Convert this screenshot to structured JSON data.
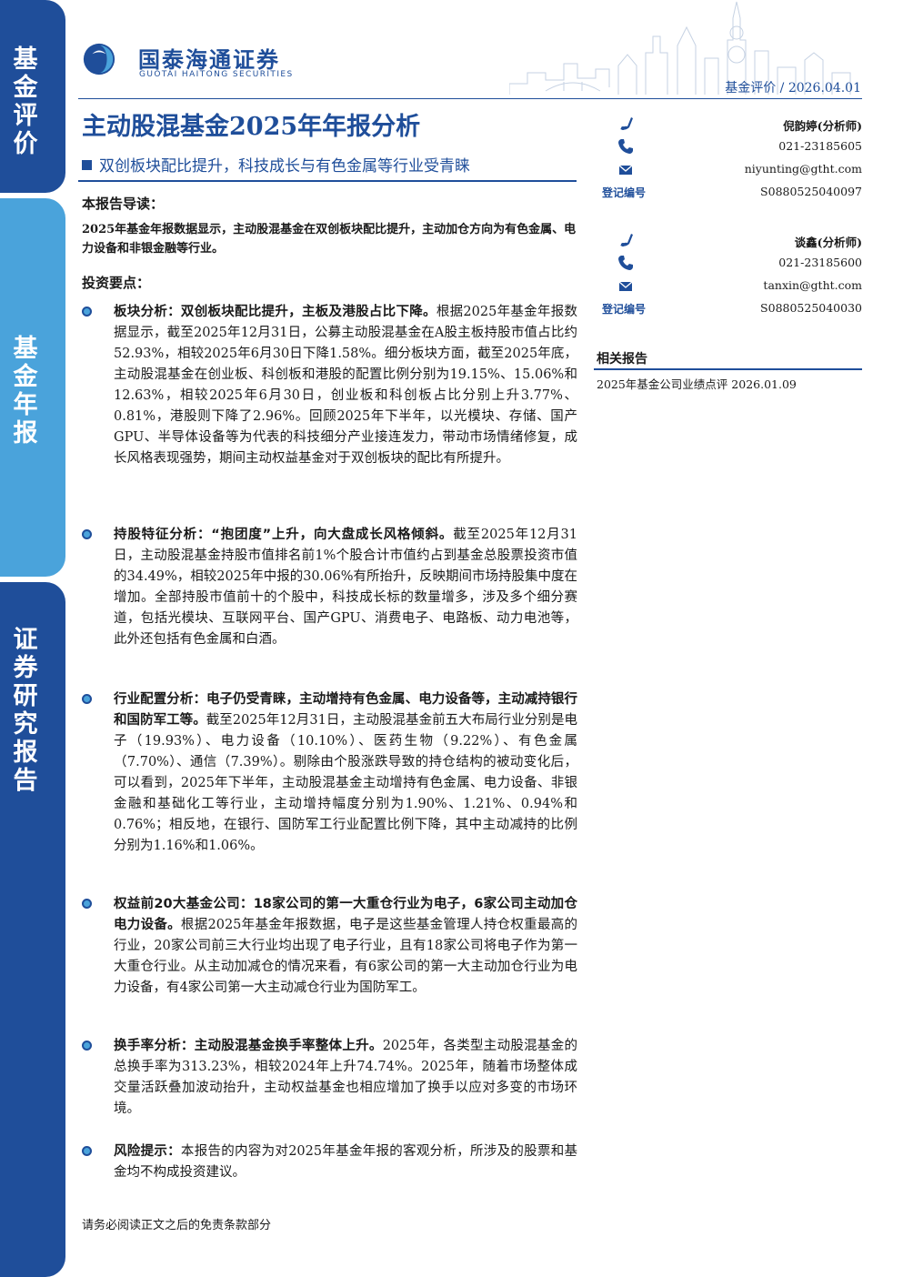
{
  "sidebar": {
    "section1": [
      "基",
      "金",
      "评",
      "价"
    ],
    "section2": [
      "基",
      "金",
      "年",
      "报"
    ],
    "section3": [
      "证",
      "券",
      "研",
      "究",
      "报",
      "告"
    ]
  },
  "brand": {
    "name_cn": "国泰海通证券",
    "name_en": "GUOTAI HAITONG SECURITIES",
    "primary_color": "#1f4e9a",
    "accent_color": "#4aa3db"
  },
  "header": {
    "category_date": "基金评价 / 2026.04.01"
  },
  "report": {
    "title": "主动股混基金2025年年报分析",
    "subtitle": "双创板块配比提升，科技成长与有色金属等行业受青睐",
    "intro_heading": "本报告导读：",
    "intro_text": "2025年基金年报数据显示，主动股混基金在双创板块配比提升，主动加仓方向为有色金属、电力设备和非银金融等行业。",
    "points_heading": "投资要点：",
    "points": [
      {
        "lead": "板块分析：双创板块配比提升，主板及港股占比下降。",
        "body": "根据2025年基金年报数据显示，截至2025年12月31日，公募主动股混基金在A股主板持股市值占比约52.93%，相较2025年6月30日下降1.58%。细分板块方面，截至2025年底，主动股混基金在创业板、科创板和港股的配置比例分别为19.15%、15.06%和12.63%，相较2025年6月30日，创业板和科创板占比分别上升3.77%、0.81%，港股则下降了2.96%。回顾2025年下半年，以光模块、存储、国产GPU、半导体设备等为代表的科技细分产业接连发力，带动市场情绪修复，成长风格表现强势，期间主动权益基金对于双创板块的配比有所提升。"
      },
      {
        "lead": "持股特征分析：“抱团度”上升，向大盘成长风格倾斜。",
        "body": "截至2025年12月31日，主动股混基金持股市值排名前1%个股合计市值约占到基金总股票投资市值的34.49%，相较2025年中报的30.06%有所抬升，反映期间市场持股集中度在增加。全部持股市值前十的个股中，科技成长标的数量增多，涉及多个细分赛道，包括光模块、互联网平台、国产GPU、消费电子、电路板、动力电池等，此外还包括有色金属和白酒。"
      },
      {
        "lead": "行业配置分析：电子仍受青睐，主动增持有色金属、电力设备等，主动减持银行和国防军工等。",
        "body": "截至2025年12月31日，主动股混基金前五大布局行业分别是电子（19.93%）、电力设备（10.10%）、医药生物（9.22%）、有色金属（7.70%）、通信（7.39%）。剔除由个股涨跌导致的持仓结构的被动变化后，可以看到，2025年下半年，主动股混基金主动增持有色金属、电力设备、非银金融和基础化工等行业，主动增持幅度分别为1.90%、1.21%、0.94%和0.76%；相反地，在银行、国防军工行业配置比例下降，其中主动减持的比例分别为1.16%和1.06%。"
      },
      {
        "lead": "权益前20大基金公司：18家公司的第一大重仓行业为电子，6家公司主动加仓电力设备。",
        "body": "根据2025年基金年报数据，电子是这些基金管理人持仓权重最高的行业，20家公司前三大行业均出现了电子行业，且有18家公司将电子作为第一大重仓行业。从主动加减仓的情况来看，有6家公司的第一大主动加仓行业为电力设备，有4家公司第一大主动减仓行业为国防军工。"
      },
      {
        "lead": "换手率分析：主动股混基金换手率整体上升。",
        "body": "2025年，各类型主动股混基金的总换手率为313.23%，相较2024年上升74.74%。2025年，随着市场整体成交量活跃叠加波动抬升，主动权益基金也相应增加了换手以应对多变的市场环境。"
      },
      {
        "lead": "风险提示：",
        "body": "本报告的内容为对2025年基金年报的客观分析，所涉及的股票和基金均不构成投资建议。"
      }
    ],
    "footer": "请务必阅读正文之后的免责条款部分"
  },
  "analysts": [
    {
      "name": "倪韵婷(分析师)",
      "phone": "021-23185605",
      "email": "niyunting@gtht.com",
      "reg_label": "登记编号",
      "reg_no": "S0880525040097",
      "icons": [
        "pen-icon",
        "phone-icon",
        "mail-icon"
      ]
    },
    {
      "name": "谈鑫(分析师)",
      "phone": "021-23185600",
      "email": "tanxin@gtht.com",
      "reg_label": "登记编号",
      "reg_no": "S0880525040030",
      "icons": [
        "pen-icon",
        "phone-icon",
        "mail-icon"
      ]
    }
  ],
  "related": {
    "heading": "相关报告",
    "items": [
      "2025年基金公司业绩点评 2026.01.09"
    ]
  }
}
